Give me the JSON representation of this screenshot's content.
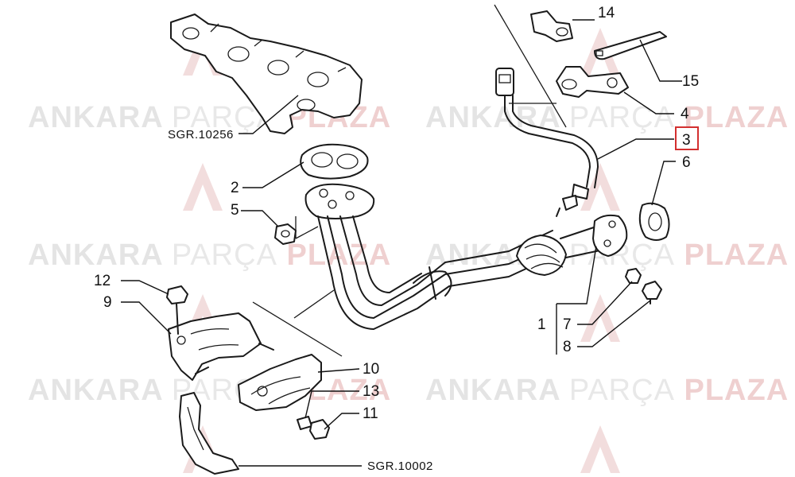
{
  "watermark": {
    "lines": [
      {
        "bold": "ANKARA",
        "light": "PARÇA",
        "brand": "PLAZA"
      },
      {
        "bold": "ANKARA",
        "light": "PARÇA",
        "brand": "PLAZA"
      },
      {
        "bold": "ANKARA",
        "light": "PARÇA",
        "brand": "PLAZA"
      },
      {
        "bold": "ANKARA",
        "light": "PARÇA",
        "brand": "PLAZA"
      },
      {
        "bold": "ANKARA",
        "light": "PARÇA",
        "brand": "PLAZA"
      },
      {
        "bold": "ANKARA",
        "light": "PARÇA",
        "brand": "PLAZA"
      }
    ],
    "gray_color": "#d9d9d9",
    "brand_color": "#e9b5b5"
  },
  "references": {
    "manifold": "SGR.10256",
    "support": "SGR.10002"
  },
  "callouts": {
    "c1": "1",
    "c2": "2",
    "c3": "3",
    "c4": "4",
    "c5": "5",
    "c6": "6",
    "c7": "7",
    "c8": "8",
    "c9": "9",
    "c10": "10",
    "c11": "11",
    "c12": "12",
    "c13": "13",
    "c14": "14",
    "c15": "15"
  },
  "highlight": {
    "callout": "3",
    "color": "#d32f2f"
  }
}
